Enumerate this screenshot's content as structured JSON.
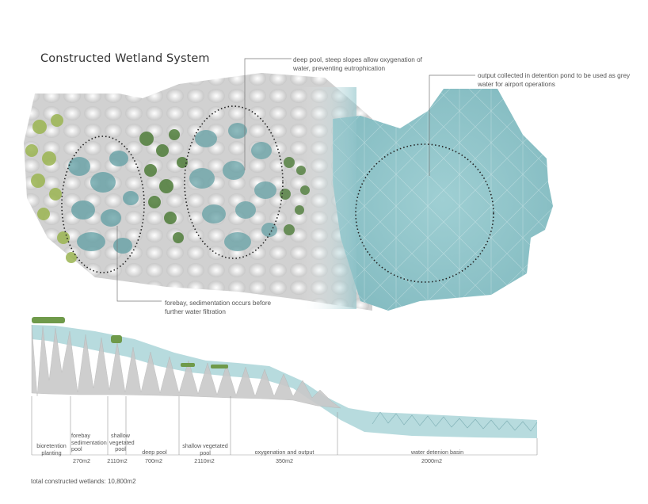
{
  "title": "Constructed Wetland System",
  "annotations": {
    "deep_pool": [
      "deep pool, steep slopes allow oxygenation of",
      "water, preventing eutrophication"
    ],
    "output": [
      "output collected in detention pond to be used as grey",
      "water for airport operations"
    ],
    "forebay": [
      "forebay, sedimentation occurs before",
      "further water filtration"
    ]
  },
  "zones": [
    {
      "label": [
        "bioretention",
        "planting"
      ],
      "area": ""
    },
    {
      "label": [
        "forebay",
        "sedimentation",
        "pool"
      ],
      "area": "270m2"
    },
    {
      "label": [
        "shallow",
        "vegetated",
        "pool"
      ],
      "area": "2110m2"
    },
    {
      "label": [
        "deep pool"
      ],
      "area": "700m2"
    },
    {
      "label": [
        "shallow vegetated",
        "pool"
      ],
      "area": "2110m2"
    },
    {
      "label": [
        "oxygenation and output"
      ],
      "area": "350m2"
    },
    {
      "label": [
        "water detenion basin"
      ],
      "area": "2000m2"
    }
  ],
  "total": "total constructed wetlands: 10,800m2",
  "colors": {
    "water": "#8fc3c9",
    "water_dark": "#5e9aa0",
    "vegetation": "#4f7d3a",
    "vegetation_light": "#9bb552",
    "membrane": "#d9d9d9"
  }
}
